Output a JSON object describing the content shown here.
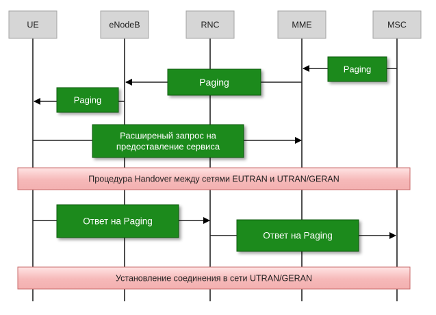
{
  "entities": [
    "UE",
    "eNodeB",
    "RNC",
    "MME",
    "MSC"
  ],
  "messages": [
    {
      "label": "Paging"
    },
    {
      "label": "Paging"
    },
    {
      "label": "Paging"
    },
    {
      "label": "Расширеный запрос на\nпредоставление сервиса"
    },
    {
      "label": "Ответ на Paging"
    },
    {
      "label": "Ответ на Paging"
    }
  ],
  "procedures": [
    {
      "label": "Процедура Handover между сетями EUTRAN и UTRAN/GERAN"
    },
    {
      "label": "Установление соединения в сети UTRAN/GERAN"
    }
  ],
  "colors": {
    "entity_fill": "#d6d6d6",
    "entity_border": "#a3a3a3",
    "message_fill": "#1e8a1e",
    "message_border": "#0f5a0f",
    "procedure_fill_top": "#ffe4e4",
    "procedure_fill_mid": "#f6b9b9",
    "procedure_border": "#c86a6a",
    "line": "#222222"
  }
}
